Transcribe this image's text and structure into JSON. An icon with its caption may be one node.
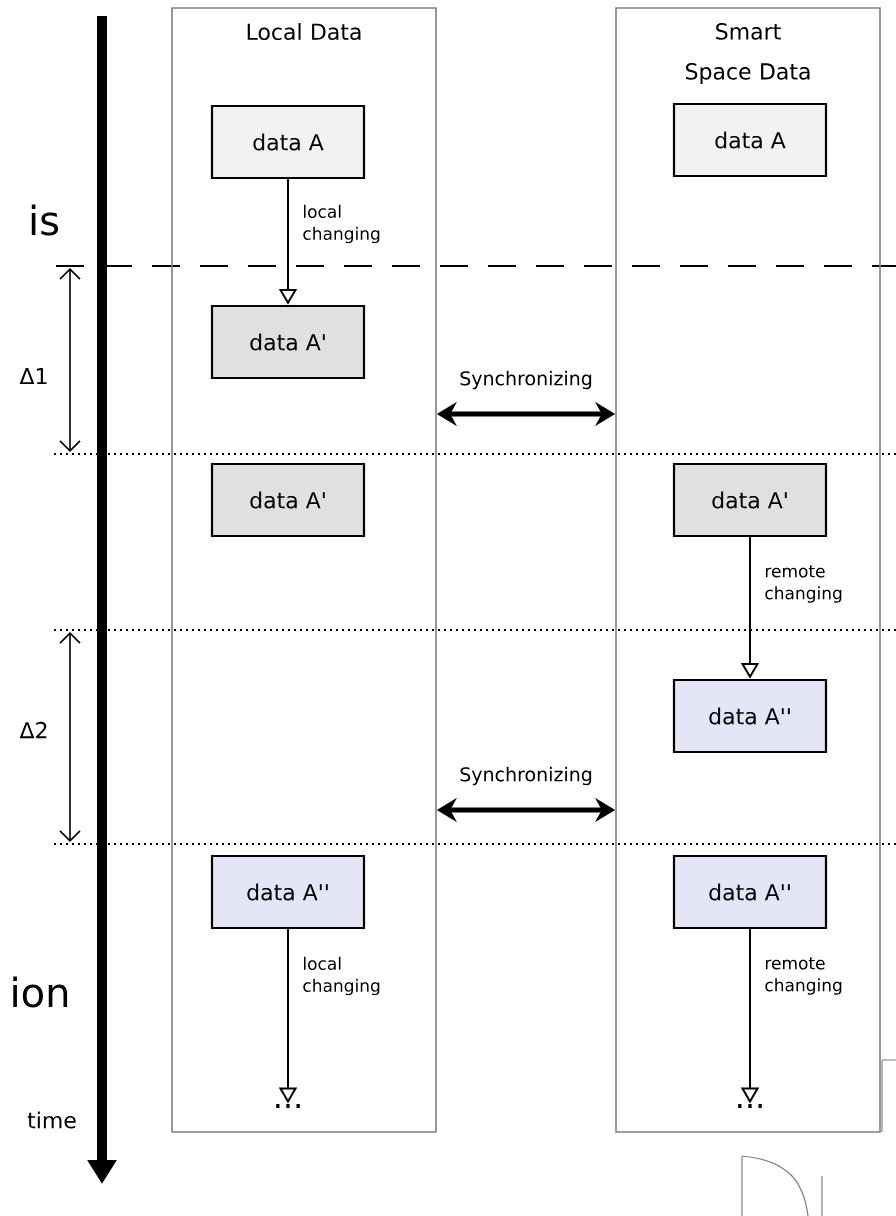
{
  "diagram": {
    "nodes": [
      {
        "text": [
          "Local Data"
        ]
      },
      {
        "text": [
          "Smart Space Data"
        ]
      },
      {
        "text": [
          "data A"
        ],
        "in": 0
      },
      {
        "text": [
          "data A'"
        ],
        "in": 0
      },
      {
        "text": [
          "data A'"
        ],
        "in": 0
      },
      {
        "text": [
          "data A''"
        ],
        "in": 0
      },
      {
        "text": [
          "..."
        ],
        "in": 0
      },
      {
        "text": [
          "data A"
        ],
        "in": 1
      },
      {
        "text": [
          "data A'"
        ],
        "in": 1
      },
      {
        "text": [
          "data A''"
        ],
        "in": 1
      },
      {
        "text": [
          "data A''"
        ],
        "in": 1
      },
      {
        "text": [
          "..."
        ],
        "in": 1
      }
    ],
    "edges": [
      {
        "from": 2,
        "to": 3,
        "arrow": "to",
        "label": "local changing"
      },
      {
        "from": 0,
        "to": 1,
        "arrow": "both",
        "label": "Synchronizing",
        "style": "thick"
      },
      {
        "from": 8,
        "to": 9,
        "arrow": "to",
        "label": "remote changing"
      },
      {
        "from": 0,
        "to": 1,
        "arrow": "both",
        "label": "Synchronizing",
        "style": "thick"
      },
      {
        "from": 5,
        "to": 6,
        "arrow": "to",
        "label": "local changing"
      },
      {
        "from": 10,
        "to": 11,
        "arrow": "to",
        "label": "remote changing"
      }
    ],
    "labels": [
      "is",
      "Δ1",
      "Δ2",
      "ion",
      "time"
    ]
  }
}
